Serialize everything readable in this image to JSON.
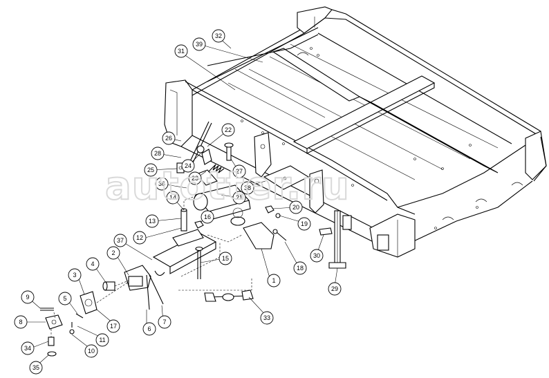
{
  "watermark": {
    "text": "autotter.ru"
  },
  "callouts": [
    {
      "id": "1"
    },
    {
      "id": "2"
    },
    {
      "id": "3"
    },
    {
      "id": "4"
    },
    {
      "id": "5"
    },
    {
      "id": "6"
    },
    {
      "id": "7"
    },
    {
      "id": "8"
    },
    {
      "id": "9"
    },
    {
      "id": "10"
    },
    {
      "id": "11"
    },
    {
      "id": "12"
    },
    {
      "id": "13"
    },
    {
      "id": "14"
    },
    {
      "id": "15"
    },
    {
      "id": "16"
    },
    {
      "id": "17"
    },
    {
      "id": "18"
    },
    {
      "id": "19"
    },
    {
      "id": "20"
    },
    {
      "id": "21"
    },
    {
      "id": "22"
    },
    {
      "id": "23"
    },
    {
      "id": "24"
    },
    {
      "id": "25"
    },
    {
      "id": "26"
    },
    {
      "id": "27"
    },
    {
      "id": "28"
    },
    {
      "id": "29"
    },
    {
      "id": "30"
    },
    {
      "id": "31"
    },
    {
      "id": "32"
    },
    {
      "id": "33"
    },
    {
      "id": "34"
    },
    {
      "id": "35"
    },
    {
      "id": "36"
    },
    {
      "id": "37"
    },
    {
      "id": "38"
    },
    {
      "id": "39"
    }
  ]
}
